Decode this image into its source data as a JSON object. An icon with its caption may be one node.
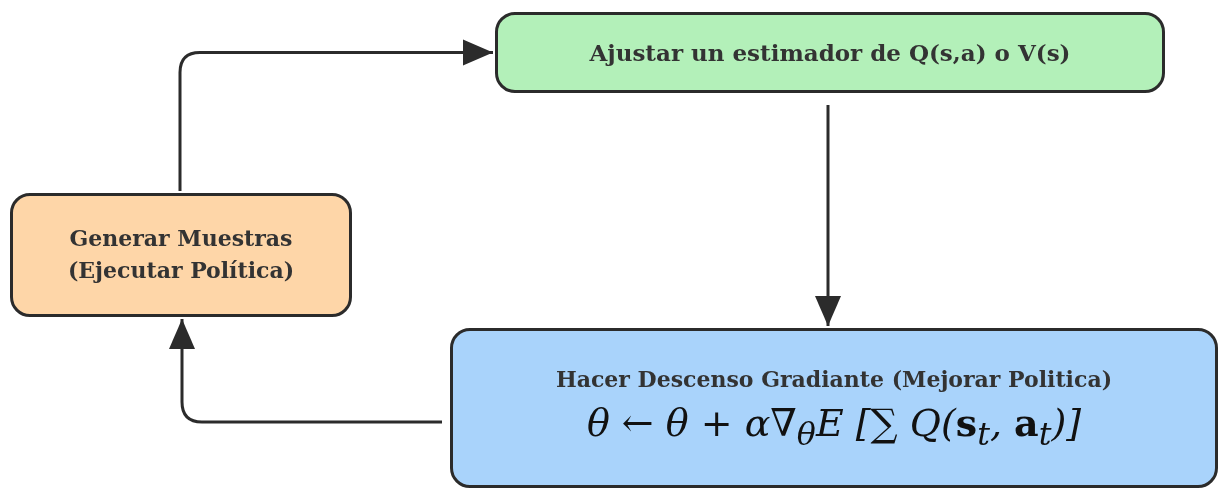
{
  "diagram": {
    "nodes": [
      {
        "text": [
          "Generar Muestras (Ejecutar Política)"
        ]
      },
      {
        "text": [
          "Ajustar un estimador de Q(s,a) o V(s)"
        ]
      },
      {
        "text": [
          "Hacer Descenso Gradiante (Mejorar Politica)",
          "θ ← θ + α∇$_{θ}$E [∑ Q(**s**$_{t}$, **a**$_{t}$)]"
        ]
      }
    ],
    "edges": [
      {
        "from": 0,
        "to": 1,
        "arrow": "to"
      },
      {
        "from": 1,
        "to": 2,
        "arrow": "to"
      },
      {
        "from": 2,
        "to": 0,
        "arrow": "to"
      }
    ]
  }
}
